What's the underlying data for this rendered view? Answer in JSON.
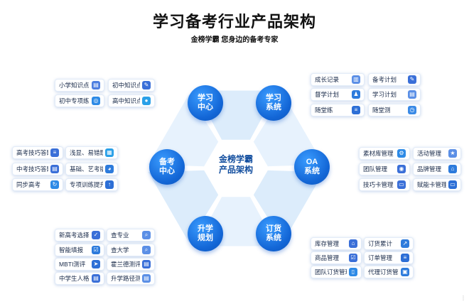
{
  "title": "学习备考行业产品架构",
  "subtitle": "金榜学霸 您身边的备考专家",
  "hub": {
    "line1": "金榜学霸",
    "line2": "产品架构"
  },
  "nodes": [
    {
      "id": "learn-center",
      "line1": "学习",
      "line2": "中心"
    },
    {
      "id": "learn-system",
      "line1": "学习",
      "line2": "系统"
    },
    {
      "id": "oa-system",
      "line1": "OA",
      "line2": "系统"
    },
    {
      "id": "order-system",
      "line1": "订货",
      "line2": "系统"
    },
    {
      "id": "promote-plan",
      "line1": "升学",
      "line2": "规划"
    },
    {
      "id": "prep-center",
      "line1": "备考",
      "line2": "中心"
    }
  ],
  "groups": {
    "learn_center": [
      {
        "label": "小学知识点",
        "icon": "book-icon",
        "color": "#4f7fe0"
      },
      {
        "label": "初中知识点",
        "icon": "notebook-icon",
        "color": "#3a6fd8"
      },
      {
        "label": "初中专项练",
        "icon": "target-icon",
        "color": "#2d8ae6"
      },
      {
        "label": "高中知识点",
        "icon": "bulb-icon",
        "color": "#2aa0e8"
      }
    ],
    "learn_system": [
      {
        "label": "成长记录",
        "icon": "building-icon",
        "color": "#5b8fe6"
      },
      {
        "label": "备考计划",
        "icon": "pencil-icon",
        "color": "#3a6fd8"
      },
      {
        "label": "督学计划",
        "icon": "person-icon",
        "color": "#2d7bdc"
      },
      {
        "label": "学习计划",
        "icon": "document-icon",
        "color": "#5b8fe6"
      },
      {
        "label": "随堂练",
        "icon": "list-icon",
        "color": "#2d6fd6"
      },
      {
        "label": "随堂测",
        "icon": "clock-icon",
        "color": "#3a8ae6"
      }
    ],
    "prep_center": [
      {
        "label": "高考技巧答题",
        "icon": "list-icon",
        "color": "#3a6fd8"
      },
      {
        "label": "浅显、易错题详解",
        "icon": "chart-icon",
        "color": "#2aa0e8"
      },
      {
        "label": "中考技巧答题",
        "icon": "document-icon",
        "color": "#3a6fd8"
      },
      {
        "label": "基础、艺考版",
        "icon": "palette-icon",
        "color": "#2d7bdc"
      },
      {
        "label": "同步高考",
        "icon": "refresh-icon",
        "color": "#2d8ae6"
      },
      {
        "label": "专项训练提升课",
        "icon": "up-arrow-icon",
        "color": "#2d6fd6"
      }
    ],
    "oa_system": [
      {
        "label": "素材库管理",
        "icon": "gear-icon",
        "color": "#2d8ae6"
      },
      {
        "label": "活动管理",
        "icon": "star-icon",
        "color": "#5b8fe6"
      },
      {
        "label": "团队管理",
        "icon": "user-icon",
        "color": "#3a6fd8"
      },
      {
        "label": "品牌管理",
        "icon": "home-icon",
        "color": "#2d7bdc"
      },
      {
        "label": "技巧卡管理",
        "icon": "card-icon",
        "color": "#3a6fd8"
      },
      {
        "label": "赋能卡管理",
        "icon": "card-icon",
        "color": "#2d6fd6"
      }
    ],
    "order_system": [
      {
        "label": "库存管理",
        "icon": "warehouse-icon",
        "color": "#3a6fd8"
      },
      {
        "label": "订货累计",
        "icon": "trend-icon",
        "color": "#2d7bdc"
      },
      {
        "label": "商品管理",
        "icon": "checkbox-icon",
        "color": "#3a6fd8"
      },
      {
        "label": "订单管理",
        "icon": "list-icon",
        "color": "#2d6fd6"
      },
      {
        "label": "团队订货管理",
        "icon": "phone-icon",
        "color": "#2d8ae6"
      },
      {
        "label": "代理订货管理",
        "icon": "store-icon",
        "color": "#2d7bdc"
      }
    ],
    "promote_plan": [
      {
        "label": "新高考选择",
        "icon": "check-icon",
        "color": "#3a6fd8"
      },
      {
        "label": "查专业",
        "icon": "search-doc-icon",
        "color": "#5b8fe6"
      },
      {
        "label": "智能填报",
        "icon": "checkbox-icon",
        "color": "#2d7bdc"
      },
      {
        "label": "查大学",
        "icon": "search-icon",
        "color": "#5b8fe6"
      },
      {
        "label": "MBTI测评",
        "icon": "send-icon",
        "color": "#2d6fd6"
      },
      {
        "label": "霍兰德测评",
        "icon": "document-icon",
        "color": "#3a6fd8"
      },
      {
        "label": "中学生人格测评",
        "icon": "document-icon",
        "color": "#3a6fd8"
      },
      {
        "label": "升学路径测评",
        "icon": "clipboard-icon",
        "color": "#5b8fe6"
      }
    ]
  }
}
